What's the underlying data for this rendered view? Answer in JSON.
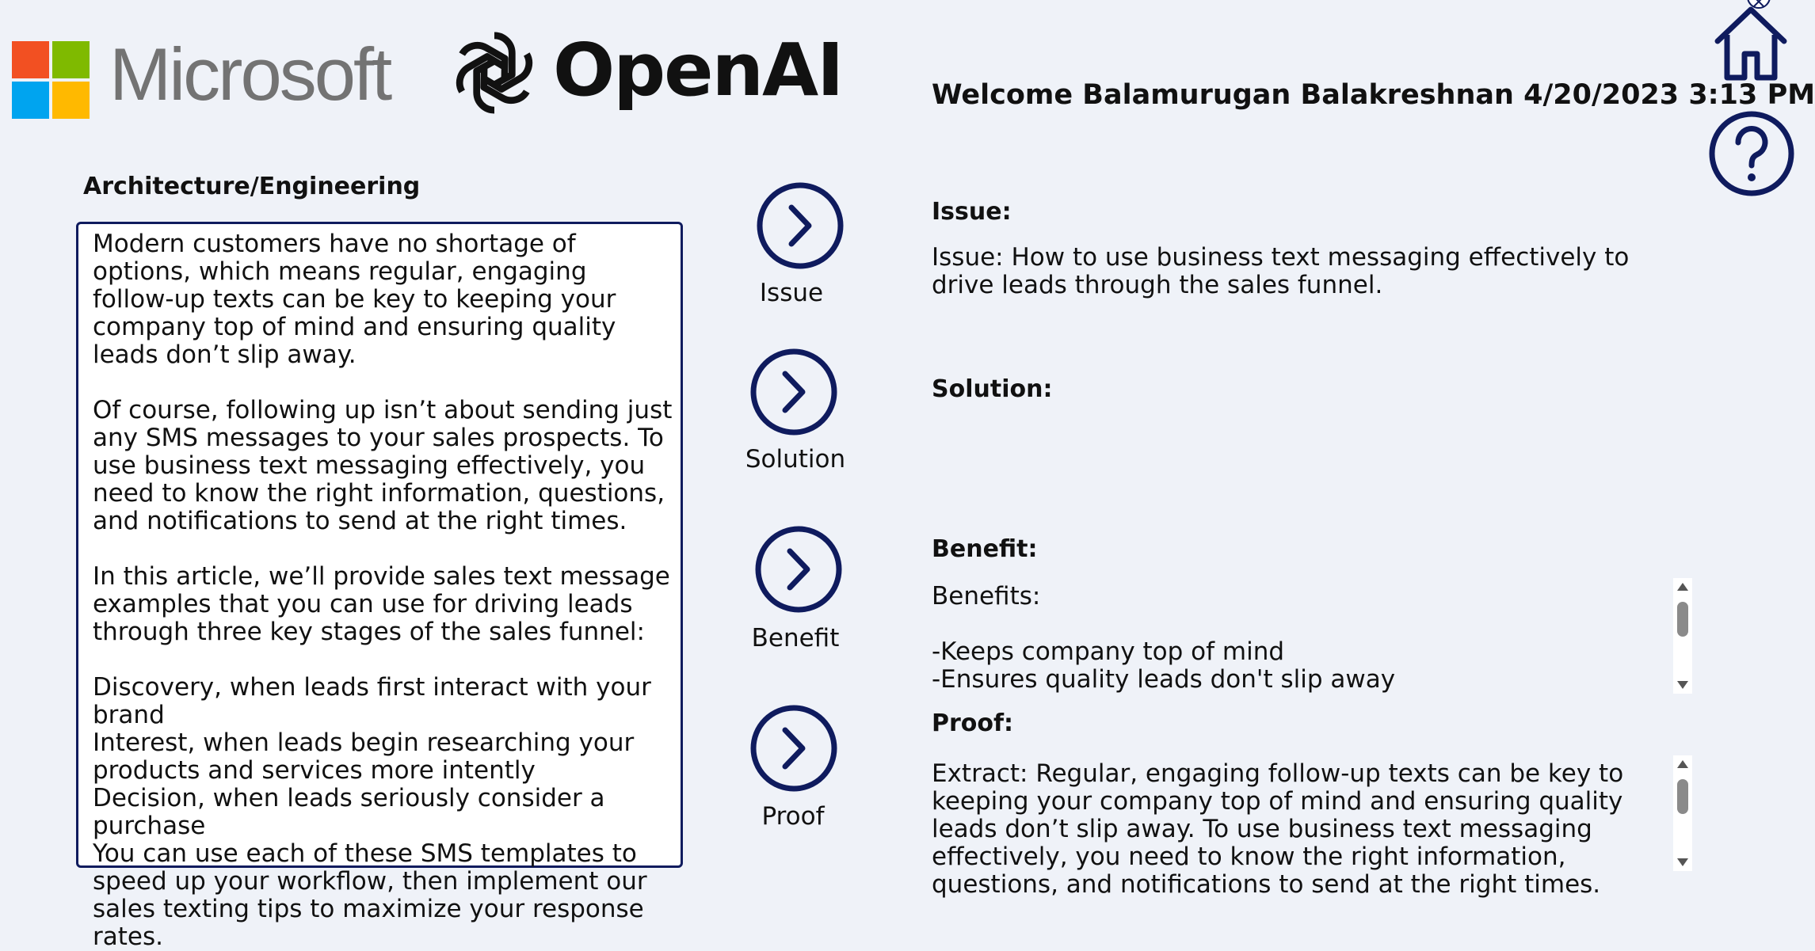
{
  "brand": {
    "microsoft_text": "Microsoft",
    "openai_text": "OpenAI"
  },
  "header": {
    "welcome": "Welcome Balamurugan Balakreshnan 4/20/2023 3:13 PM"
  },
  "colors": {
    "navy": "#0f1b5e",
    "background": "#eff2f8",
    "ms_red": "#f25022",
    "ms_green": "#7fba00",
    "ms_blue": "#00a4ef",
    "ms_yellow": "#ffb900"
  },
  "icons": [
    "home-icon",
    "help-icon",
    "chevron-right-icon",
    "close-icon"
  ],
  "category": "Architecture/Engineering",
  "article": "Modern customers have no shortage of options, which means regular, engaging follow-up texts can be key to keeping your company top of mind and ensuring quality leads don’t slip away.\n\nOf course, following up isn’t about sending just any SMS messages to your sales prospects. To use business text messaging effectively, you need to know the right information, questions, and notifications to send at the right times.\n\nIn this article, we’ll provide sales text message examples that you can use for driving leads through three key stages of the sales funnel:\n\nDiscovery, when leads first interact with your brand\nInterest, when leads begin researching your products and services more intently\nDecision, when leads seriously consider a purchase\nYou can use each of these SMS templates to speed up your workflow, then implement our sales texting tips to maximize your response rates.",
  "buttons": {
    "issue": "Issue",
    "solution": "Solution",
    "benefit": "Benefit",
    "proof": "Proof"
  },
  "sections": {
    "issue": {
      "title": "Issue:",
      "body": "Issue: How to use business text messaging effectively to drive leads through the sales funnel."
    },
    "solution": {
      "title": "Solution:",
      "body": ""
    },
    "benefit": {
      "title": "Benefit:",
      "body": "Benefits:\n\n-Keeps company top of mind\n-Ensures quality leads don't slip away"
    },
    "proof": {
      "title": "Proof:",
      "body": "Extract: Regular, engaging follow-up texts can be key to keeping your company top of mind and ensuring quality leads don’t slip away. To use business text messaging effectively, you need to know the right information, questions, and notifications to send at the right times."
    }
  }
}
